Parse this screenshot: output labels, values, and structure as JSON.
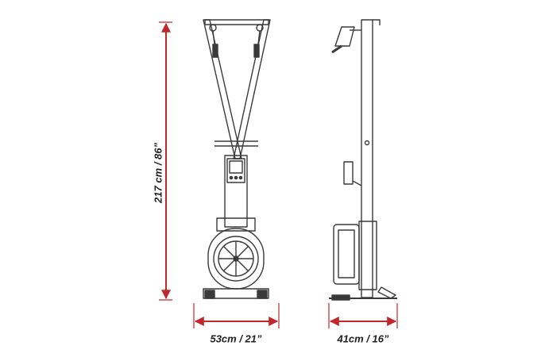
{
  "dimensions": {
    "height": "217 cm / 86”",
    "width": "53cm / 21”",
    "depth": "41cm / 16”"
  },
  "colors": {
    "dimension_line": "#c0282d",
    "drawing_line": "#3a3a3a",
    "background": "#ffffff"
  }
}
